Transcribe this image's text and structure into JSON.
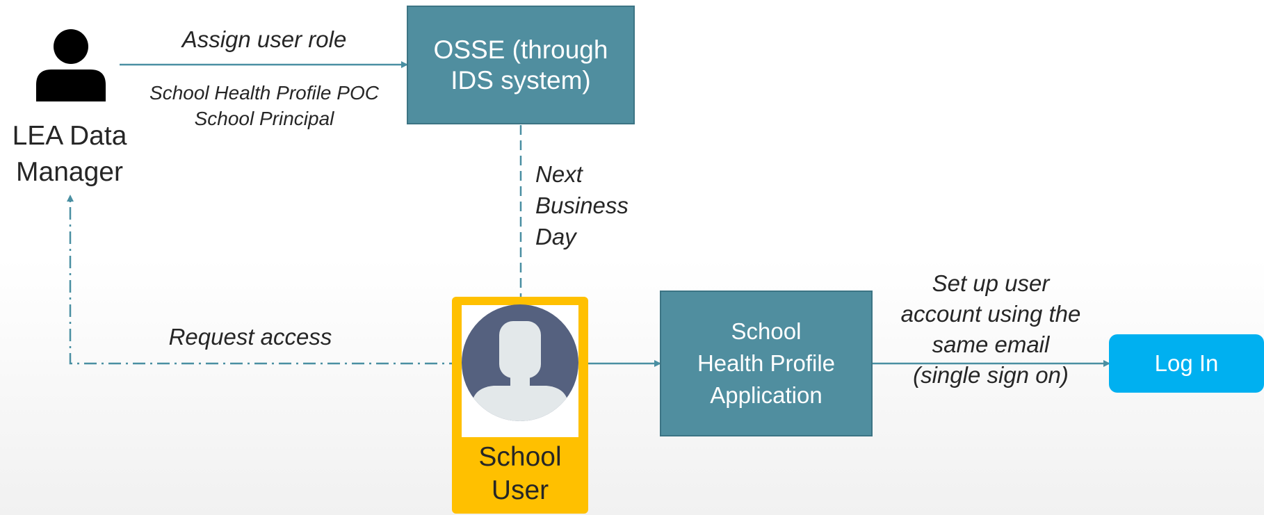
{
  "colors": {
    "teal_box": "#508e9f",
    "connector": "#4a8fa2",
    "school_user_frame": "#ffc000",
    "login_button": "#00b0f0",
    "person_icon": "#000000",
    "avatar_circle": "#55617f",
    "avatar_figure": "#e3e8ea"
  },
  "icons": {
    "lea_manager": "person-icon",
    "school_user": "user-avatar-icon"
  },
  "nodes": {
    "lea_manager": {
      "label": "LEA Data Manager"
    },
    "osse": {
      "label": "OSSE (through IDS system)"
    },
    "school_user": {
      "label": "School User"
    },
    "shp_app": {
      "label": "School Health Profile Application"
    },
    "login": {
      "label": "Log In"
    }
  },
  "edges": {
    "assign_role": {
      "label": "Assign user role",
      "roles": [
        "School Health Profile POC",
        "School Principal"
      ]
    },
    "next_business_day": {
      "lines": [
        "Next",
        "Business",
        "Day"
      ]
    },
    "request_access": {
      "label": "Request access"
    },
    "setup_account": {
      "lines": [
        "Set up user",
        "account using the",
        "same email",
        "(single sign on)"
      ]
    }
  }
}
